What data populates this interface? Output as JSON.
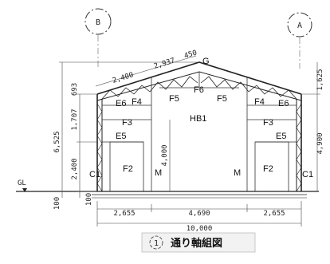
{
  "axes": {
    "left": "B",
    "right": "A"
  },
  "members": {
    "ridge": "G",
    "top_brace": "F6",
    "left_upper_tie": "F5",
    "right_upper_tie": "F5",
    "left_f4": "F4",
    "right_f4": "F4",
    "left_eave": "E6",
    "right_eave": "E6",
    "left_f3": "F3",
    "right_f3": "F3",
    "left_e5": "E5",
    "right_e5": "E5",
    "center_frame": "HB1",
    "left_f2": "F2",
    "right_f2": "F2",
    "left_m": "M",
    "right_m": "M",
    "left_col": "C1",
    "right_col": "C1"
  },
  "dimensions": {
    "roof_left_small": "2,400",
    "roof_left_mid": "2,937",
    "roof_left_top": "450",
    "total_height": "6,525",
    "eave_to_ridge": "1,707",
    "upper_small": "693",
    "lower_left": "2,400",
    "base_left": "100",
    "base_inner": "100",
    "opening_height": "4,000",
    "right_top": "1,625",
    "right_height": "4,900",
    "bottom_left": "2,655",
    "bottom_center": "4,690",
    "bottom_right": "2,655",
    "bottom_total": "10,000",
    "ground": "GL"
  },
  "caption": {
    "number": "1",
    "title": "通り軸組図"
  }
}
